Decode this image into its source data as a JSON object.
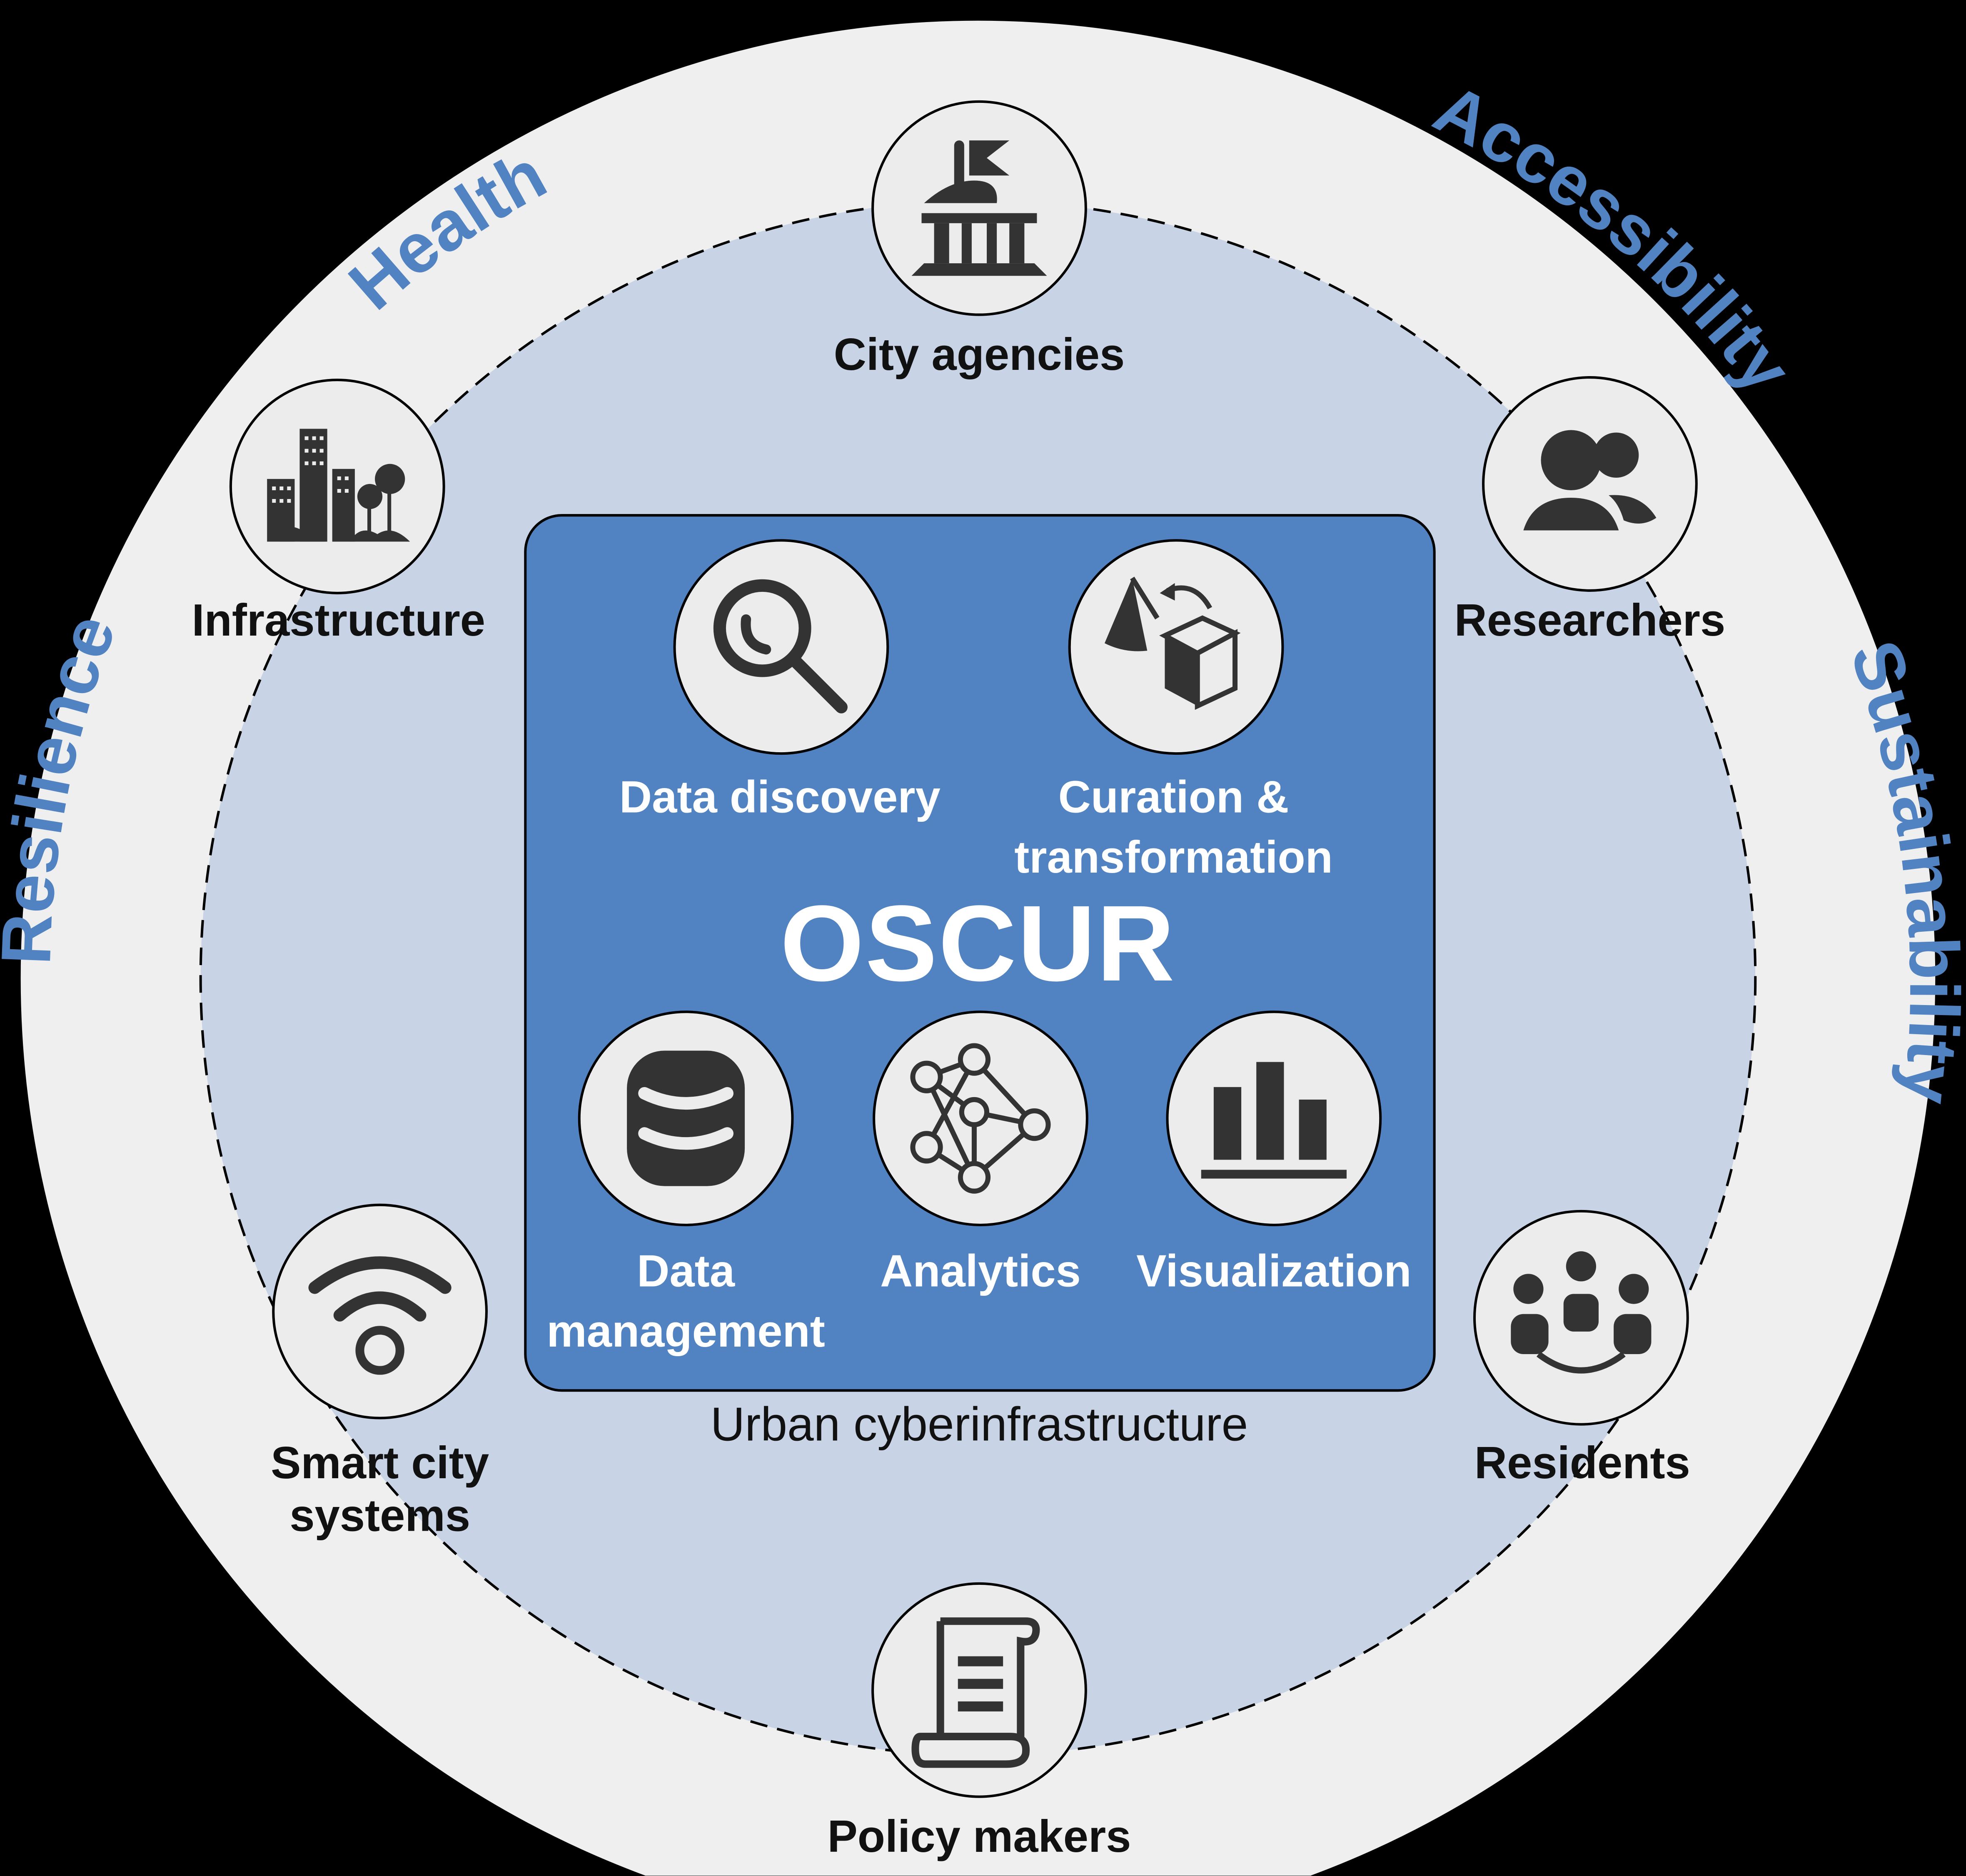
{
  "diagram": {
    "title": "OSCUR",
    "container_caption": "Urban cyberinfrastructure",
    "themes": [
      {
        "label": "Health",
        "position": "top-left"
      },
      {
        "label": "Accessibility",
        "position": "top-right"
      },
      {
        "label": "Sustainability",
        "position": "right"
      },
      {
        "label": "Resilience",
        "position": "left"
      }
    ],
    "core_components": [
      {
        "label": "Data discovery",
        "icon": "magnifier-icon"
      },
      {
        "label_line1": "Curation &",
        "label_line2": "transformation",
        "icon": "shapes-transform-icon"
      },
      {
        "label_line1": "Data",
        "label_line2": "management",
        "icon": "database-icon"
      },
      {
        "label": "Analytics",
        "icon": "network-graph-icon"
      },
      {
        "label": "Visualization",
        "icon": "bar-chart-icon"
      }
    ],
    "stakeholders": [
      {
        "label": "City agencies",
        "icon": "government-building-icon"
      },
      {
        "label": "Researchers",
        "icon": "people-group-icon"
      },
      {
        "label": "Residents",
        "icon": "community-icon"
      },
      {
        "label": "Policy makers",
        "icon": "scroll-document-icon"
      },
      {
        "label_line1": "Smart city",
        "label_line2": "systems",
        "icon": "wifi-sensor-icon"
      },
      {
        "label": "Infrastructure",
        "icon": "city-buildings-icon"
      }
    ],
    "colors": {
      "accent_blue": "#5183c2",
      "inner_ring": "#c8d4e5",
      "outer_ring": "#efefef",
      "node_fill": "#ececec",
      "icon_dark": "#333333",
      "background": "#000000"
    }
  }
}
